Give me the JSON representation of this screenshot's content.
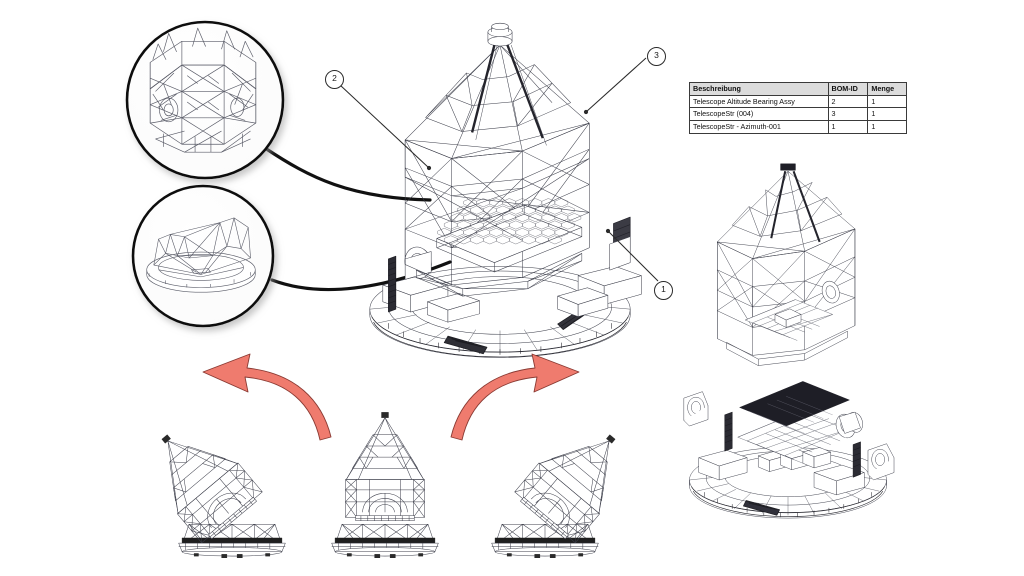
{
  "document": {
    "type": "technical-assembly-drawing",
    "background_color": "#ffffff",
    "line_color": "#3a3c48",
    "arrow_color": "#ef7b6e",
    "arrow_outline_color": "#8a3a33"
  },
  "bom_table": {
    "name": "bill-of-materials",
    "columns": [
      "Beschreibung",
      "BOM-ID",
      "Menge"
    ],
    "rows": [
      {
        "description": "Telescope Altitude Bearing Assy",
        "bom_id": "2",
        "menge": "1"
      },
      {
        "description": "TelescopeStr (004)",
        "bom_id": "3",
        "menge": "1"
      },
      {
        "description": "TelescopeStr - Azimuth-001",
        "bom_id": "1",
        "menge": "1"
      }
    ]
  },
  "callouts": [
    {
      "id": "2",
      "label": "2",
      "target": "altitude-bearing-assy"
    },
    {
      "id": "3",
      "label": "3",
      "target": "telescope-structure-004"
    },
    {
      "id": "1",
      "label": "1",
      "target": "azimuth-structure-001"
    }
  ],
  "detail_circles": [
    {
      "name": "detail-circle-upper",
      "subject": "telescope-tube-space-frame"
    },
    {
      "name": "detail-circle-lower",
      "subject": "altitude-cradle-saddle"
    }
  ],
  "views": {
    "main": {
      "name": "main-isometric-telescope-view"
    },
    "exploded": {
      "name": "exploded-isometric-assembly-view"
    },
    "motion_sequence": [
      {
        "name": "telescope-tilted-left",
        "arrow": "rotate-left-arrow"
      },
      {
        "name": "telescope-zenith-upright",
        "arrow": null
      },
      {
        "name": "telescope-tilted-right",
        "arrow": "rotate-right-arrow"
      }
    ]
  }
}
